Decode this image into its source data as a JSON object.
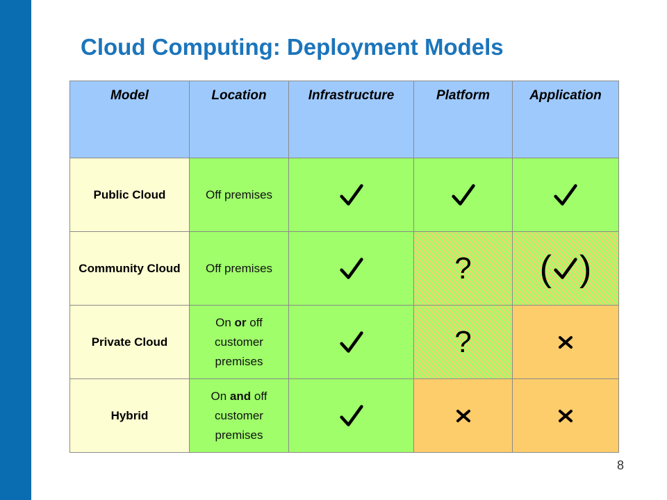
{
  "slide": {
    "title": "Cloud Computing: Deployment Models",
    "page_number": "8",
    "accent_color": "#0b6db1",
    "title_color": "#1b75bb"
  },
  "table": {
    "headers": [
      "Model",
      "Location",
      "Infrastructure",
      "Platform",
      "Application"
    ],
    "header_color": "#9ec9fd",
    "colors": {
      "model_cell": "#fefed3",
      "yes": "#9ffe6a",
      "no": "#fdcc6b",
      "maybe": "green-orange hatched"
    },
    "rows": [
      {
        "model": "Public Cloud",
        "location_parts": [
          "Off premises"
        ],
        "infrastructure": "check-icon",
        "platform": "check-icon",
        "application": "check-icon"
      },
      {
        "model": "Community Cloud",
        "location_parts": [
          "Off premises"
        ],
        "infrastructure": "check-icon",
        "platform": "?",
        "application": "(check-icon)"
      },
      {
        "model": "Private Cloud",
        "location_parts": [
          "On",
          "or",
          "off customer premises"
        ],
        "infrastructure": "check-icon",
        "platform": "?",
        "application": "cross-icon"
      },
      {
        "model": "Hybrid",
        "location_parts": [
          "On",
          "and",
          "off customer premises"
        ],
        "infrastructure": "check-icon",
        "platform": "cross-icon",
        "application": "cross-icon"
      }
    ]
  }
}
